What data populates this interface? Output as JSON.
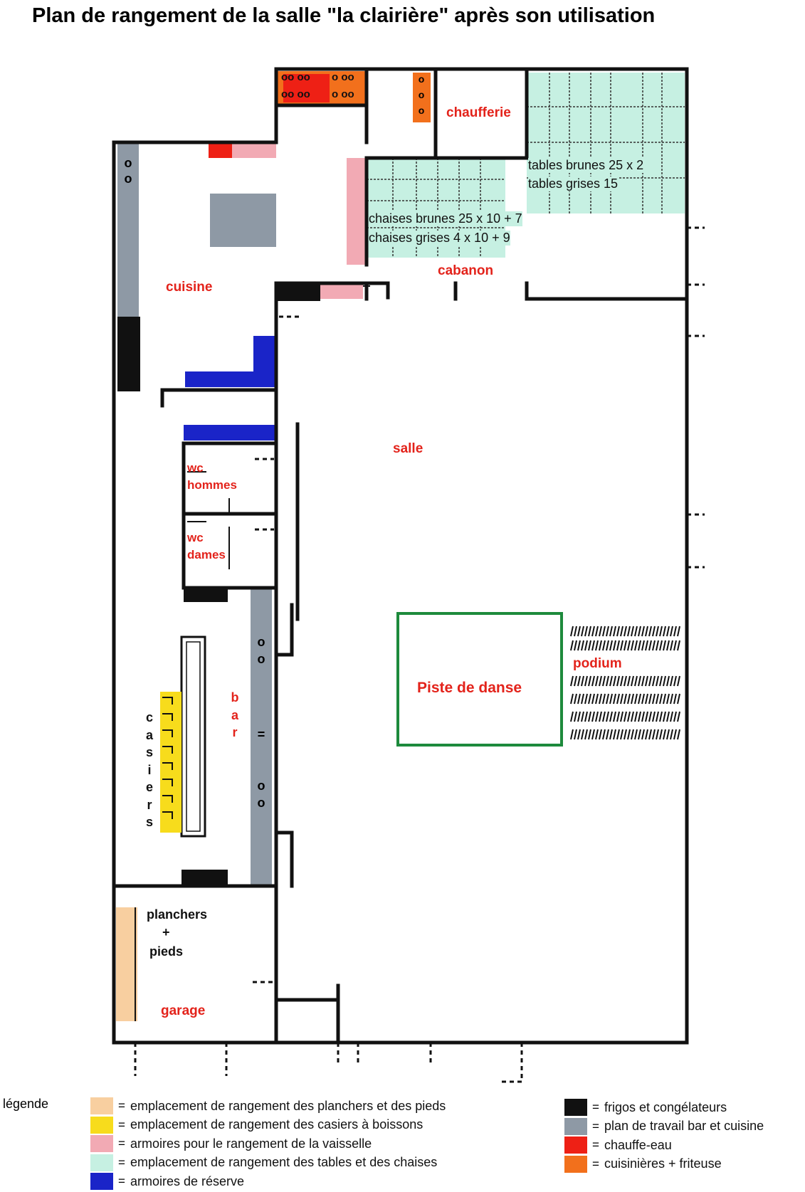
{
  "title": "Plan de rangement de la salle \"la clairière\" après son utilisation",
  "rooms": {
    "chaufferie": "chaufferie",
    "cuisine": "cuisine",
    "cabanon": "cabanon",
    "salle": "salle",
    "wc_hommes_1": "wc",
    "wc_hommes_2": "hommes",
    "wc_dames_1": "wc",
    "wc_dames_2": "dames",
    "bar": [
      "b",
      "a",
      "r"
    ],
    "casiers": [
      "c",
      "a",
      "s",
      "i",
      "e",
      "r",
      "s"
    ],
    "podium": "podium",
    "piste": "Piste de danse",
    "garage": "garage",
    "planchers": "planchers",
    "plus": "+",
    "pieds": "pieds"
  },
  "storage_notes": {
    "tables_brunes": "tables brunes 25 x 2",
    "tables_grises": "tables grises 15",
    "chaises_brunes": "chaises brunes 25 x 10 + 7",
    "chaises_grises": "chaises grises 4 x 10 + 9"
  },
  "fixture_marks": {
    "stove_top": [
      "oo oo",
      "o oo"
    ],
    "stove_bottom": [
      "oo oo",
      "o oo"
    ],
    "heater": [
      "o",
      "o",
      "o"
    ],
    "kitchen_ring": [
      "o",
      "o"
    ],
    "bar_ring_top": [
      "o",
      "o"
    ],
    "bar_ring_bottom": [
      "o",
      "o"
    ],
    "bar_eq": "="
  },
  "legend": {
    "title": "légende",
    "eq": "=",
    "items_left": [
      {
        "color": "#f8cfa0",
        "label": "emplacement de rangement des planchers et des pieds"
      },
      {
        "color": "#f7dc1c",
        "label": "emplacement de rangement des casiers à boissons"
      },
      {
        "color": "#f2aab4",
        "label": "armoires pour le rangement de la vaisselle"
      },
      {
        "color": "#c6f0e2",
        "label": "emplacement de rangement des tables et des chaises"
      },
      {
        "color": "#1a24c8",
        "label": "armoires de réserve"
      }
    ],
    "items_right": [
      {
        "color": "#111111",
        "label": "frigos et congélateurs"
      },
      {
        "color": "#8e99a5",
        "label": "plan de travail bar et cuisine"
      },
      {
        "color": "#ee2015",
        "label": "chauffe-eau"
      },
      {
        "color": "#f2701c",
        "label": "cuisinières + friteuse"
      }
    ]
  },
  "colors": {
    "planchers": "#f8cfa0",
    "casiers": "#f7dc1c",
    "vaisselle": "#f2aab4",
    "tables_chaises": "#c6f0e2",
    "reserve": "#1a24c8",
    "frigos": "#111111",
    "travail": "#8e99a5",
    "chauffe_eau": "#ee2015",
    "cuisinieres": "#f2701c",
    "piste_border": "#1d8a3c",
    "label_red": "#e3231b"
  }
}
